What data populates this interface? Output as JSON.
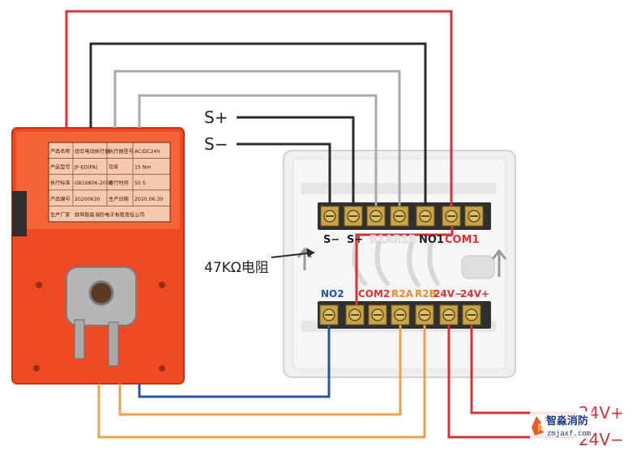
{
  "labels": {
    "s_plus": "S+",
    "s_minus": "S−",
    "resistor": "47KΩ电阻",
    "v24_plus": "24V+",
    "v24_minus": "24V−"
  },
  "terminals_top": [
    "S−",
    "S+",
    "R1A",
    "R1B",
    "NO1",
    "COM1"
  ],
  "terminals_bottom": [
    "NO2",
    "COM2",
    "R2A",
    "R2B",
    "24V−",
    "24V+"
  ],
  "actuator_plate": {
    "rows": [
      [
        "产品名称",
        "组合电动执行器",
        "执行器型号",
        "AC/DC24V"
      ],
      [
        "产品型号",
        "JF-ED(PA)",
        "功率",
        "15 Nm"
      ],
      [
        "执行标准",
        "GB16806-2006",
        "运行时间",
        "50 S"
      ],
      [
        "产品编号",
        "20200630",
        "生产日期",
        "2020.06.30"
      ],
      [
        "生产厂家",
        "蚌埠智淼消防电子有限责任公司",
        "",
        ""
      ]
    ]
  },
  "watermark": {
    "brand": "智淼消防",
    "site": "zmjaxf.com"
  },
  "colors": {
    "red_wire": "#d8313a",
    "black_wire": "#2b2b2b",
    "gray_wire": "#a9a9a9",
    "blue_wire": "#2456b0",
    "orange_wire": "#f0a04b",
    "actuator_body": "#f04a24",
    "box_body": "#f1f1f1",
    "top_label_red": "#e03030",
    "bottom_label_red": "#e03030",
    "bottom_label_orange": "#f08a2a",
    "bottom_label_blue": "#2456b0"
  }
}
